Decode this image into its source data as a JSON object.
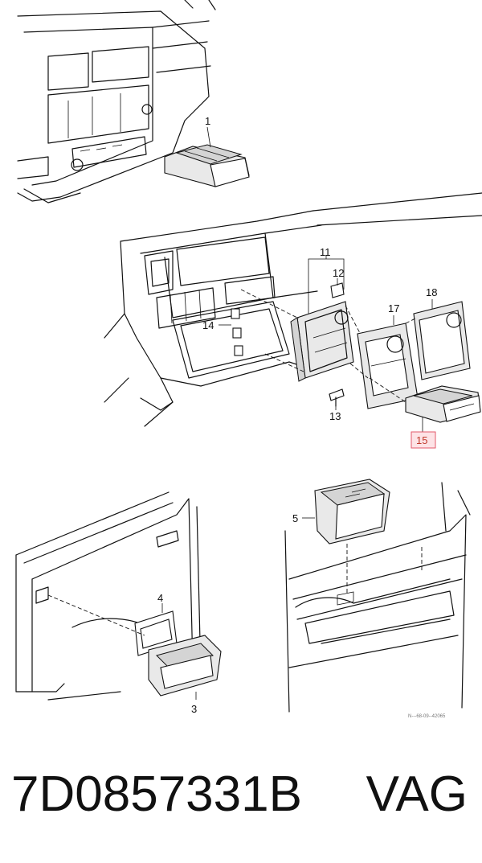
{
  "figure": {
    "type": "exploded-parts-diagram",
    "callouts": {
      "c1": "1",
      "c11": "11",
      "c12": "12",
      "c14": "14",
      "c17": "17",
      "c18": "18",
      "c13": "13",
      "c15": "15",
      "c5": "5",
      "c4": "4",
      "c3": "3"
    },
    "highlighted_callout": "15",
    "highlight_color": "#fde3e6",
    "reference_code": "N---68-09--42065"
  },
  "footer": {
    "part_number": "7D0857331B",
    "brand": "VAG"
  }
}
